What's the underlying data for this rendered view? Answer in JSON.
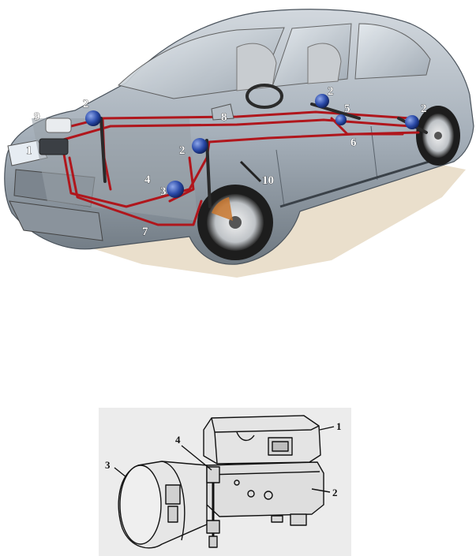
{
  "top_figure": {
    "labels": [
      "1",
      "2",
      "2",
      "2",
      "2",
      "3",
      "4",
      "5",
      "6",
      "7",
      "8",
      "9",
      "10"
    ]
  },
  "bottom_figure": {
    "labels": [
      "1",
      "2",
      "3",
      "4"
    ]
  },
  "colors": {
    "pipe": "#b0161c",
    "car_body": "#a9b3bd",
    "sphere": "#2a4aa8",
    "ground": "#e8dcc6"
  }
}
